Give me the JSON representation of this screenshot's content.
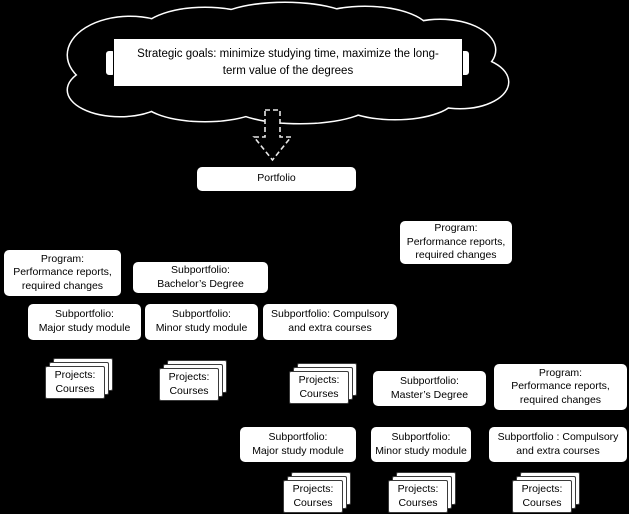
{
  "diagram": {
    "background": "#000000",
    "node_fill": "#ffffff",
    "node_text_color": "#000000",
    "cloud": {
      "banner_text": "Strategic goals: minimize studying time, maximize the long-\nterm value of the degrees"
    },
    "nodes": {
      "portfolio": {
        "label": "Portfolio"
      },
      "program_left": {
        "label": "Program:\nPerformance reports,\nrequired changes"
      },
      "program_top_right": {
        "label": "Program:\nPerformance reports,\nrequired changes"
      },
      "subportfolio_bachelor": {
        "label": "Subportfolio:\nBachelor’s Degree"
      },
      "subportfolio_major_1": {
        "label": "Subportfolio:\nMajor study module"
      },
      "subportfolio_minor_1": {
        "label": "Subportfolio:\nMinor study module"
      },
      "subportfolio_compulsory_1": {
        "label": "Subportfolio: Compulsory\nand extra courses"
      },
      "projects_1": {
        "label": "Projects:\nCourses"
      },
      "projects_2": {
        "label": "Projects:\nCourses"
      },
      "projects_3": {
        "label": "Projects:\nCourses"
      },
      "subportfolio_masters": {
        "label": "Subportfolio:\nMaster’s Degree"
      },
      "program_right": {
        "label": "Program:\nPerformance reports,\nrequired changes"
      },
      "subportfolio_major_2": {
        "label": "Subportfolio:\nMajor study module"
      },
      "subportfolio_minor_2": {
        "label": "Subportfolio:\nMinor study module"
      },
      "subportfolio_compulsory_2": {
        "label": "Subportfolio : Compulsory\nand extra courses"
      },
      "projects_4": {
        "label": "Projects:\nCourses"
      },
      "projects_5": {
        "label": "Projects:\nCourses"
      },
      "projects_6": {
        "label": "Projects:\nCourses"
      }
    }
  }
}
